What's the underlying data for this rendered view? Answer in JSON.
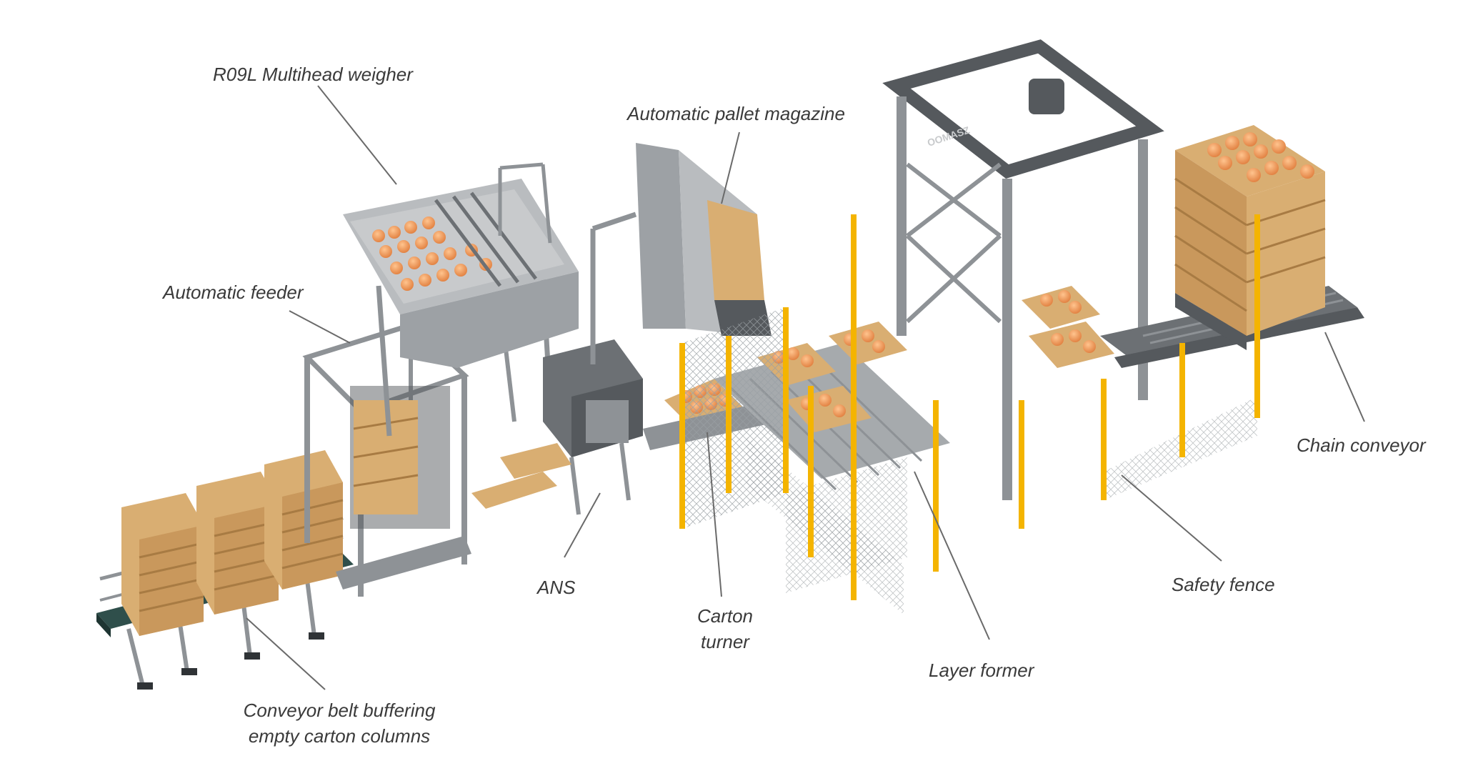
{
  "labels": {
    "weigher": "R09L Multihead weigher",
    "pallet_magazine": "Automatic pallet magazine",
    "feeder": "Automatic feeder",
    "chain_conveyor": "Chain conveyor",
    "ans": "ANS",
    "carton_turner_line1": "Carton",
    "carton_turner_line2": "turner",
    "safety_fence": "Safety fence",
    "layer_former": "Layer former",
    "conveyor_line1": "Conveyor belt buffering",
    "conveyor_line2": "empty carton columns"
  },
  "logo_text": "OOMASZ",
  "colors": {
    "frame": "#8e9296",
    "frame_dark": "#55595d",
    "carton": "#d9ae72",
    "carton_dark": "#b7864a",
    "produce": "#f0a066",
    "fence_post": "#f4b400",
    "belt": "#2f4f4b",
    "leader": "#6a6a6a",
    "text": "#3a3a3a"
  }
}
